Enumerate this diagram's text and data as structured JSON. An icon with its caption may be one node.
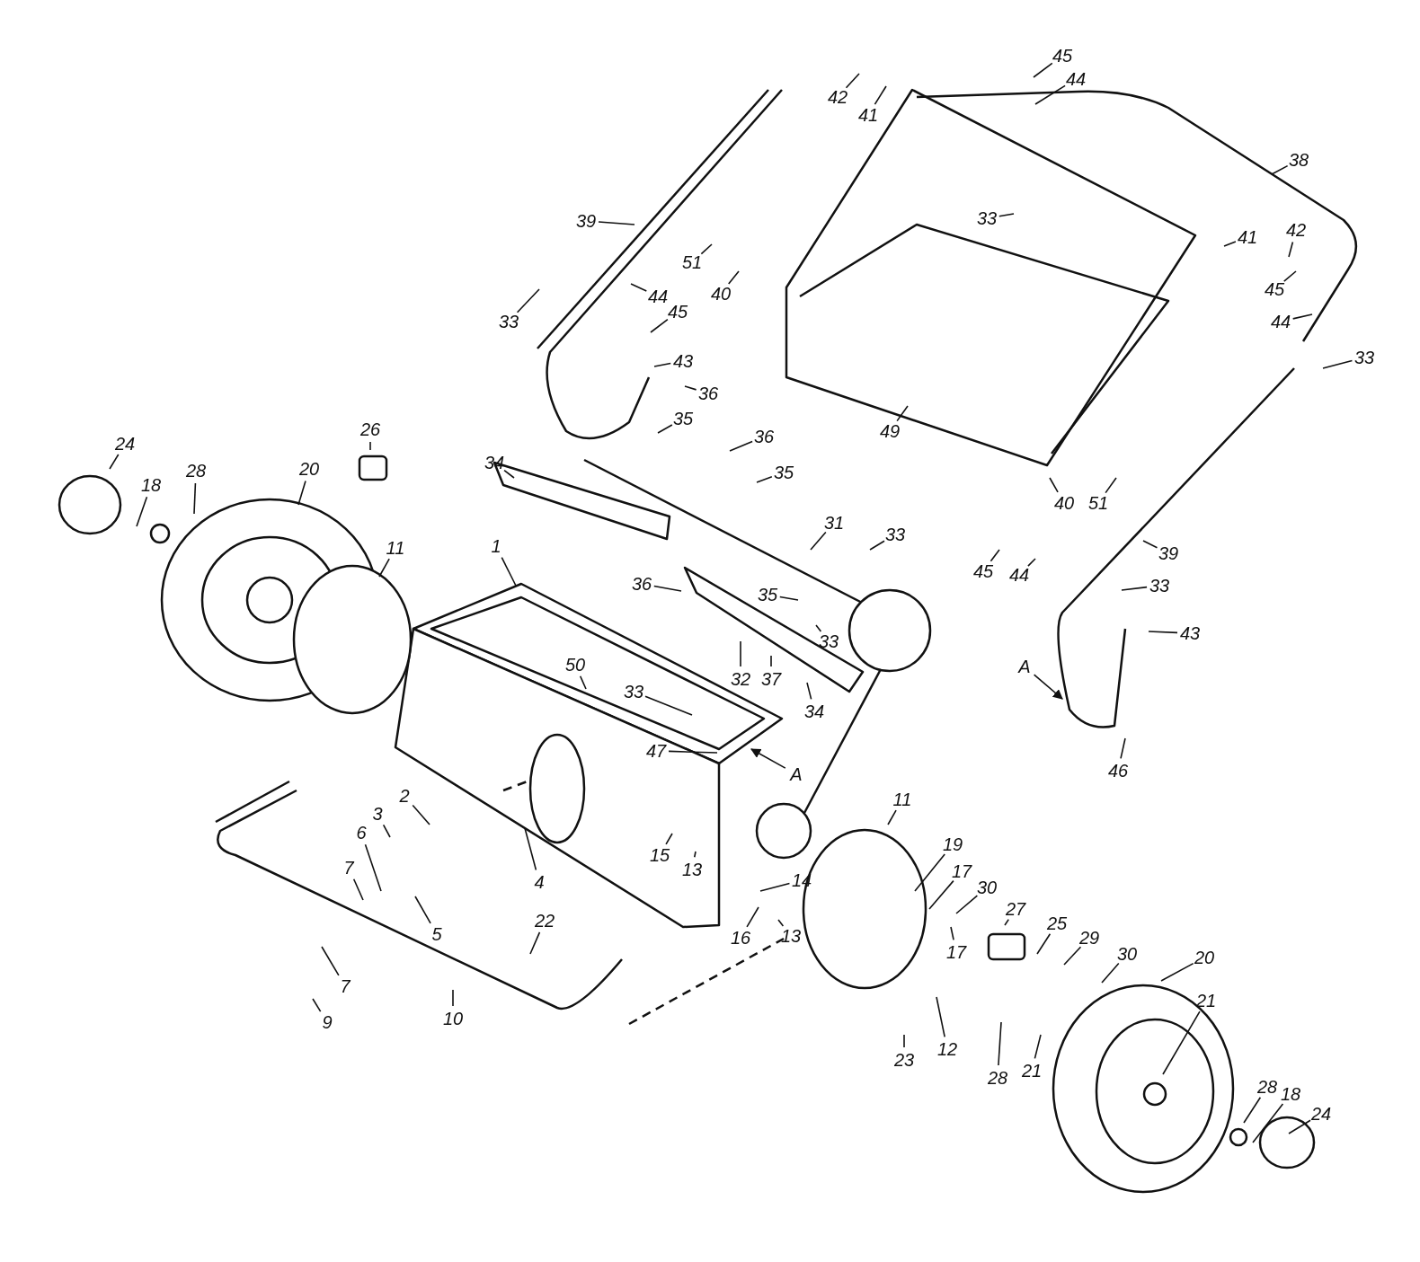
{
  "diagram": {
    "nodes": [
      {
        "text": [
          "42"
        ]
      },
      {
        "text": [
          "41"
        ]
      },
      {
        "text": [
          "45"
        ]
      },
      {
        "text": [
          "44"
        ]
      },
      {
        "text": [
          "33"
        ]
      },
      {
        "text": [
          "38"
        ]
      },
      {
        "text": [
          "41"
        ]
      },
      {
        "text": [
          "42"
        ]
      },
      {
        "text": [
          "45"
        ]
      },
      {
        "text": [
          "44"
        ]
      },
      {
        "text": [
          "33"
        ]
      },
      {
        "text": [
          "39"
        ]
      },
      {
        "text": [
          "51"
        ]
      },
      {
        "text": [
          "40"
        ]
      },
      {
        "text": [
          "33"
        ]
      },
      {
        "text": [
          "44"
        ]
      },
      {
        "text": [
          "45"
        ]
      },
      {
        "text": [
          "43"
        ]
      },
      {
        "text": [
          "36"
        ]
      },
      {
        "text": [
          "35"
        ]
      },
      {
        "text": [
          "36"
        ]
      },
      {
        "text": [
          "35"
        ]
      },
      {
        "text": [
          "34"
        ]
      },
      {
        "text": [
          "49"
        ]
      },
      {
        "text": [
          "40"
        ]
      },
      {
        "text": [
          "51"
        ]
      },
      {
        "text": [
          "24"
        ]
      },
      {
        "text": [
          "18"
        ]
      },
      {
        "text": [
          "28"
        ]
      },
      {
        "text": [
          "20"
        ]
      },
      {
        "text": [
          "26"
        ]
      },
      {
        "text": [
          "11"
        ]
      },
      {
        "text": [
          "1"
        ]
      },
      {
        "text": [
          "31"
        ]
      },
      {
        "text": [
          "33"
        ]
      },
      {
        "text": [
          "39"
        ]
      },
      {
        "text": [
          "45"
        ]
      },
      {
        "text": [
          "44"
        ]
      },
      {
        "text": [
          "33"
        ]
      },
      {
        "text": [
          "36"
        ]
      },
      {
        "text": [
          "35"
        ]
      },
      {
        "text": [
          "33"
        ]
      },
      {
        "text": [
          "43"
        ]
      },
      {
        "text": [
          "50"
        ]
      },
      {
        "text": [
          "32"
        ]
      },
      {
        "text": [
          "37"
        ]
      },
      {
        "text": [
          "34"
        ]
      },
      {
        "text": [
          "A"
        ]
      },
      {
        "text": [
          "33"
        ]
      },
      {
        "text": [
          "47"
        ]
      },
      {
        "text": [
          "A"
        ]
      },
      {
        "text": [
          "46"
        ]
      },
      {
        "text": [
          "2"
        ]
      },
      {
        "text": [
          "3"
        ]
      },
      {
        "text": [
          "4"
        ]
      },
      {
        "text": [
          "6"
        ]
      },
      {
        "text": [
          "7"
        ]
      },
      {
        "text": [
          "5"
        ]
      },
      {
        "text": [
          "15"
        ]
      },
      {
        "text": [
          "13"
        ]
      },
      {
        "text": [
          "16"
        ]
      },
      {
        "text": [
          "14"
        ]
      },
      {
        "text": [
          "13"
        ]
      },
      {
        "text": [
          "11"
        ]
      },
      {
        "text": [
          "19"
        ]
      },
      {
        "text": [
          "17"
        ]
      },
      {
        "text": [
          "30"
        ]
      },
      {
        "text": [
          "17"
        ]
      },
      {
        "text": [
          "27"
        ]
      },
      {
        "text": [
          "25"
        ]
      },
      {
        "text": [
          "29"
        ]
      },
      {
        "text": [
          "30"
        ]
      },
      {
        "text": [
          "20"
        ]
      },
      {
        "text": [
          "21"
        ]
      },
      {
        "text": [
          "21"
        ]
      },
      {
        "text": [
          "28"
        ]
      },
      {
        "text": [
          "12"
        ]
      },
      {
        "text": [
          "23"
        ]
      },
      {
        "text": [
          "22"
        ]
      },
      {
        "text": [
          "7"
        ]
      },
      {
        "text": [
          "9"
        ]
      },
      {
        "text": [
          "10"
        ]
      },
      {
        "text": [
          "28"
        ]
      },
      {
        "text": [
          "18"
        ]
      },
      {
        "text": [
          "24"
        ]
      }
    ],
    "edges": [
      {
        "from": 0,
        "to": null,
        "arrow": "none"
      },
      {
        "from": 1,
        "to": null,
        "arrow": "none"
      },
      {
        "from": 2,
        "to": null,
        "arrow": "none"
      },
      {
        "from": 3,
        "to": null,
        "arrow": "none"
      },
      {
        "from": 4,
        "to": null,
        "arrow": "none"
      },
      {
        "from": 5,
        "to": null,
        "arrow": "none"
      },
      {
        "from": 6,
        "to": null,
        "arrow": "none"
      },
      {
        "from": 7,
        "to": null,
        "arrow": "none"
      },
      {
        "from": 8,
        "to": null,
        "arrow": "none"
      },
      {
        "from": 9,
        "to": null,
        "arrow": "none"
      },
      {
        "from": 10,
        "to": null,
        "arrow": "none"
      },
      {
        "from": 11,
        "to": null,
        "arrow": "none"
      },
      {
        "from": 12,
        "to": null,
        "arrow": "none"
      },
      {
        "from": 13,
        "to": null,
        "arrow": "none"
      },
      {
        "from": 14,
        "to": null,
        "arrow": "none"
      },
      {
        "from": 15,
        "to": null,
        "arrow": "none"
      },
      {
        "from": 16,
        "to": null,
        "arrow": "none"
      },
      {
        "from": 17,
        "to": null,
        "arrow": "none"
      },
      {
        "from": 18,
        "to": null,
        "arrow": "none"
      },
      {
        "from": 19,
        "to": null,
        "arrow": "none"
      },
      {
        "from": 20,
        "to": null,
        "arrow": "none"
      },
      {
        "from": 21,
        "to": null,
        "arrow": "none"
      },
      {
        "from": 22,
        "to": null,
        "arrow": "none"
      },
      {
        "from": 23,
        "to": null,
        "arrow": "none"
      },
      {
        "from": 24,
        "to": null,
        "arrow": "none"
      },
      {
        "from": 25,
        "to": null,
        "arrow": "none"
      },
      {
        "from": 26,
        "to": null,
        "arrow": "none"
      },
      {
        "from": 27,
        "to": null,
        "arrow": "none"
      },
      {
        "from": 28,
        "to": null,
        "arrow": "none"
      },
      {
        "from": 29,
        "to": null,
        "arrow": "none"
      },
      {
        "from": 30,
        "to": null,
        "arrow": "none"
      },
      {
        "from": 31,
        "to": null,
        "arrow": "none"
      },
      {
        "from": 32,
        "to": null,
        "arrow": "none"
      },
      {
        "from": 33,
        "to": null,
        "arrow": "none"
      },
      {
        "from": 34,
        "to": null,
        "arrow": "none"
      },
      {
        "from": 35,
        "to": null,
        "arrow": "none"
      },
      {
        "from": 36,
        "to": null,
        "arrow": "none"
      },
      {
        "from": 37,
        "to": null,
        "arrow": "none"
      },
      {
        "from": 38,
        "to": null,
        "arrow": "none"
      },
      {
        "from": 39,
        "to": null,
        "arrow": "none"
      },
      {
        "from": 40,
        "to": null,
        "arrow": "none"
      },
      {
        "from": 41,
        "to": null,
        "arrow": "none"
      },
      {
        "from": 42,
        "to": null,
        "arrow": "none"
      },
      {
        "from": 43,
        "to": null,
        "arrow": "none"
      },
      {
        "from": 44,
        "to": null,
        "arrow": "none"
      },
      {
        "from": 45,
        "to": null,
        "arrow": "none"
      },
      {
        "from": 46,
        "to": null,
        "arrow": "none"
      },
      {
        "from": 47,
        "to": null,
        "arrow": "to"
      },
      {
        "from": 48,
        "to": null,
        "arrow": "none"
      },
      {
        "from": 49,
        "to": null,
        "arrow": "none"
      },
      {
        "from": 50,
        "to": null,
        "arrow": "to"
      },
      {
        "from": 51,
        "to": null,
        "arrow": "none"
      },
      {
        "from": 52,
        "to": null,
        "arrow": "none"
      },
      {
        "from": 53,
        "to": null,
        "arrow": "none"
      },
      {
        "from": 54,
        "to": null,
        "arrow": "none"
      },
      {
        "from": 55,
        "to": null,
        "arrow": "none"
      },
      {
        "from": 56,
        "to": null,
        "arrow": "none"
      },
      {
        "from": 57,
        "to": null,
        "arrow": "none"
      },
      {
        "from": 58,
        "to": null,
        "arrow": "none"
      },
      {
        "from": 59,
        "to": null,
        "arrow": "none"
      },
      {
        "from": 60,
        "to": null,
        "arrow": "none"
      },
      {
        "from": 61,
        "to": null,
        "arrow": "none"
      },
      {
        "from": 62,
        "to": null,
        "arrow": "none"
      },
      {
        "from": 63,
        "to": null,
        "arrow": "none"
      },
      {
        "from": 64,
        "to": null,
        "arrow": "none"
      },
      {
        "from": 65,
        "to": null,
        "arrow": "none"
      },
      {
        "from": 66,
        "to": null,
        "arrow": "none"
      },
      {
        "from": 67,
        "to": null,
        "arrow": "none"
      },
      {
        "from": 68,
        "to": null,
        "arrow": "none"
      },
      {
        "from": 69,
        "to": null,
        "arrow": "none"
      },
      {
        "from": 70,
        "to": null,
        "arrow": "none"
      },
      {
        "from": 71,
        "to": null,
        "arrow": "none"
      },
      {
        "from": 72,
        "to": null,
        "arrow": "none"
      },
      {
        "from": 73,
        "to": null,
        "arrow": "none"
      },
      {
        "from": 74,
        "to": null,
        "arrow": "none"
      },
      {
        "from": 75,
        "to": null,
        "arrow": "none"
      },
      {
        "from": 76,
        "to": null,
        "arrow": "none"
      },
      {
        "from": 77,
        "to": null,
        "arrow": "none"
      },
      {
        "from": 78,
        "to": null,
        "arrow": "none"
      },
      {
        "from": 79,
        "to": null,
        "arrow": "none"
      },
      {
        "from": 80,
        "to": null,
        "arrow": "none"
      },
      {
        "from": 81,
        "to": null,
        "arrow": "none"
      },
      {
        "from": 82,
        "to": null,
        "arrow": "none"
      },
      {
        "from": 83,
        "to": null,
        "arrow": "none"
      },
      {
        "from": 84,
        "to": null,
        "arrow": "none"
      }
    ]
  }
}
